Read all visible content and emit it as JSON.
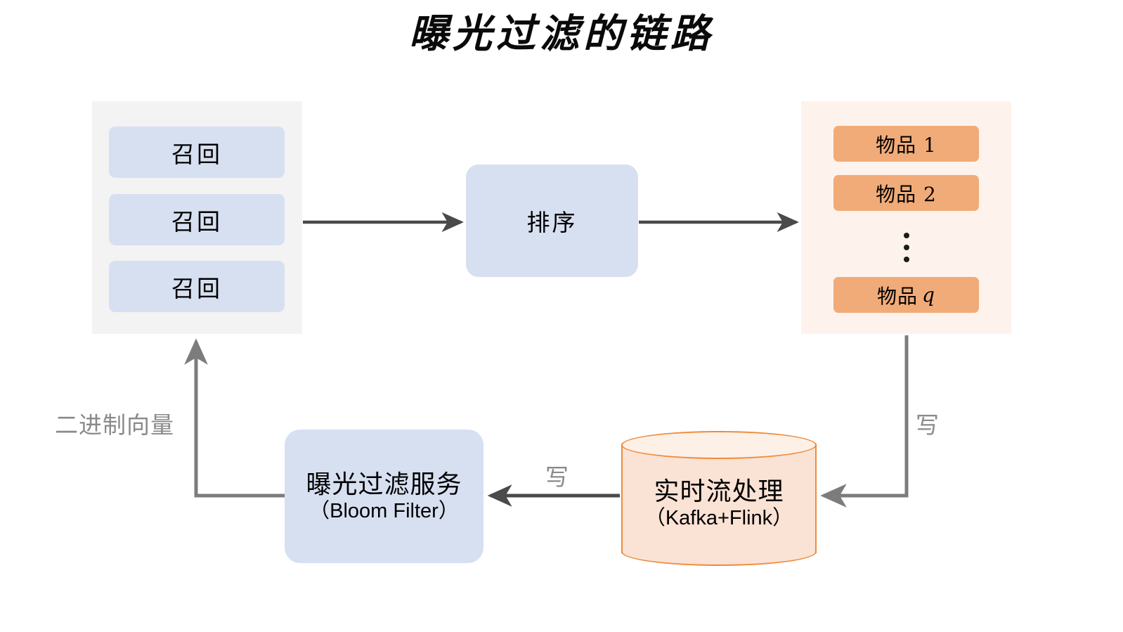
{
  "title": "曝光过滤的链路",
  "recall": {
    "panel_name": "recall-stage-panel",
    "boxes": [
      {
        "label": "召回"
      },
      {
        "label": "召回"
      },
      {
        "label": "召回"
      }
    ]
  },
  "rank": {
    "label": "排序"
  },
  "items": {
    "panel_name": "items-panel",
    "boxes": [
      {
        "label": "物品 1"
      },
      {
        "label": "物品 2"
      }
    ],
    "ellipsis": "⋮",
    "last": {
      "prefix": "物品",
      "index": "q"
    }
  },
  "bloom": {
    "line1": "曝光过滤服务",
    "line2": "（Bloom Filter）"
  },
  "stream": {
    "line1": "实时流处理",
    "line2": "（Kafka+Flink）"
  },
  "edges": {
    "binary_vector": "二进制向量",
    "write_left": "写",
    "write_right": "写"
  },
  "colors": {
    "recall_panel_bg": "#f3f3f3",
    "items_panel_bg": "#fdf3ec",
    "node_blue": "#d7e0f1",
    "item_orange": "#f1ab78",
    "cylinder_fill": "#fae2d4",
    "cylinder_stroke": "#ed8c3c",
    "arrow": "#6e6e6e",
    "arrow_dark": "#4a4a4a",
    "edge_label": "#8a8a8a",
    "text": "#000000",
    "background": "#ffffff"
  }
}
